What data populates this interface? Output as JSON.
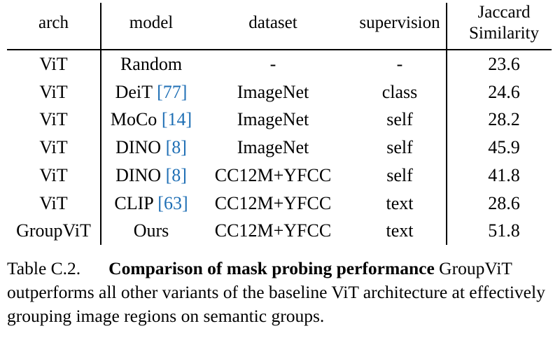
{
  "table": {
    "headers": {
      "arch": "arch",
      "model": "model",
      "dataset": "dataset",
      "supervision": "supervision",
      "jaccard_line1": "Jaccard",
      "jaccard_line2": "Similarity"
    },
    "rows": [
      {
        "arch": "ViT",
        "model": "Random",
        "cite": "",
        "dataset": "-",
        "supervision": "-",
        "jaccard": "23.6"
      },
      {
        "arch": "ViT",
        "model": "DeiT",
        "cite": "[77]",
        "dataset": "ImageNet",
        "supervision": "class",
        "jaccard": "24.6"
      },
      {
        "arch": "ViT",
        "model": "MoCo",
        "cite": "[14]",
        "dataset": "ImageNet",
        "supervision": "self",
        "jaccard": "28.2"
      },
      {
        "arch": "ViT",
        "model": "DINO",
        "cite": "[8]",
        "dataset": "ImageNet",
        "supervision": "self",
        "jaccard": "45.9"
      },
      {
        "arch": "ViT",
        "model": "DINO",
        "cite": "[8]",
        "dataset": "CC12M+YFCC",
        "supervision": "self",
        "jaccard": "41.8"
      },
      {
        "arch": "ViT",
        "model": "CLIP",
        "cite": "[63]",
        "dataset": "CC12M+YFCC",
        "supervision": "text",
        "jaccard": "28.6"
      },
      {
        "arch": "GroupViT",
        "model": "Ours",
        "cite": "",
        "dataset": "CC12M+YFCC",
        "supervision": "text",
        "jaccard": "51.8"
      }
    ]
  },
  "caption": {
    "label": "Table C.2.",
    "title": "Comparison of mask probing performance",
    "body": "GroupViT outperforms all other variants of the baseline ViT architecture at effectively grouping image regions on semantic groups."
  }
}
